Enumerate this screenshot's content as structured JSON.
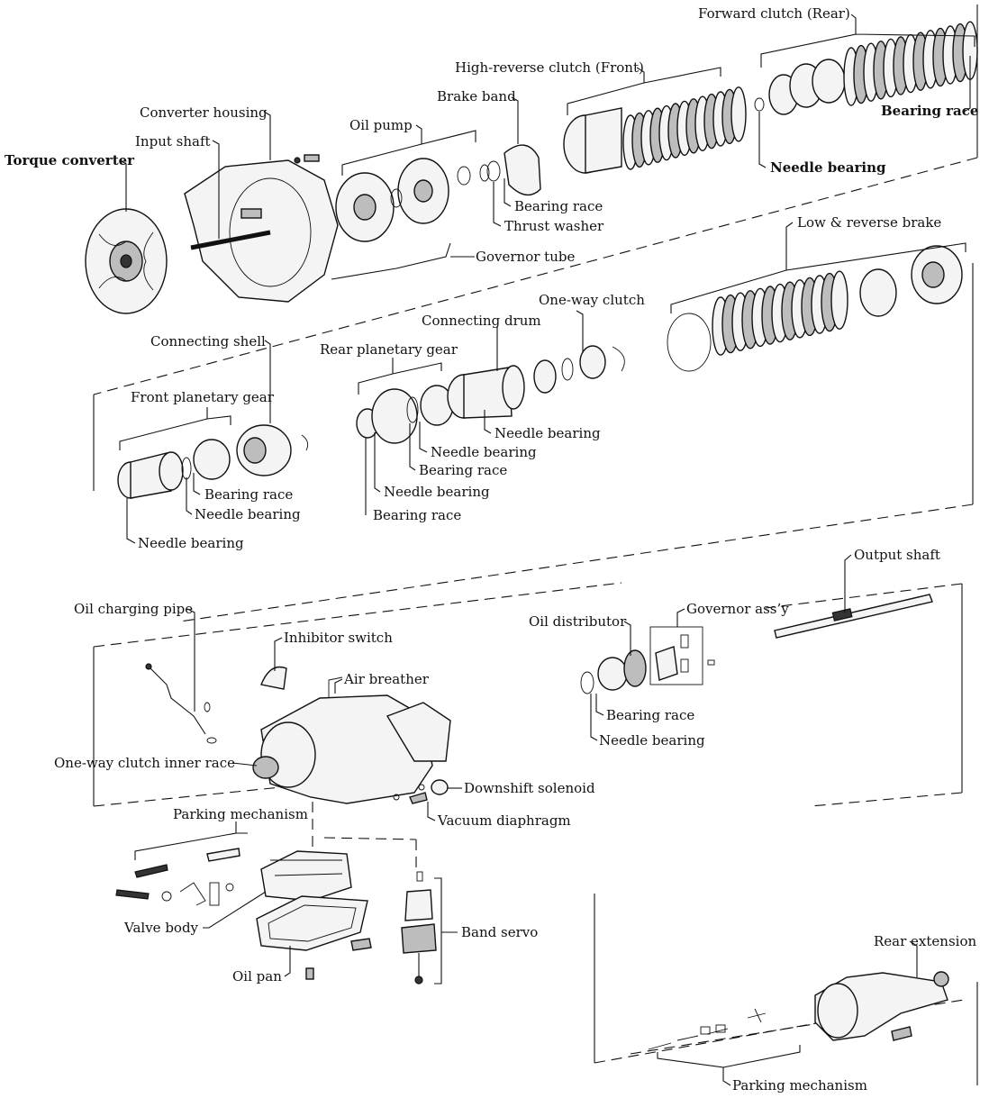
{
  "labels": {
    "forward_clutch_rear": "Forward clutch (Rear)",
    "high_reverse_clutch_front": "High-reverse clutch (Front)",
    "brake_band": "Brake band",
    "converter_housing": "Converter housing",
    "oil_pump": "Oil pump",
    "input_shaft": "Input shaft",
    "torque_converter": "Torque converter",
    "bearing_race_top": "Bearing race",
    "needle_bearing_top": "Needle bearing",
    "bearing_race_bb": "Bearing race",
    "thrust_washer": "Thrust washer",
    "governor_tube": "Governor tube",
    "low_reverse_brake": "Low & reverse brake",
    "one_way_clutch": "One-way clutch",
    "connecting_drum": "Connecting drum",
    "connecting_shell": "Connecting shell",
    "rear_planetary_gear": "Rear planetary gear",
    "front_planetary_gear": "Front planetary gear",
    "needle_bearing_cd": "Needle bearing",
    "needle_bearing_rp1": "Needle bearing",
    "bearing_race_rp1": "Bearing race",
    "needle_bearing_rp2": "Needle bearing",
    "bearing_race_rp2": "Bearing race",
    "bearing_race_fp": "Bearing race",
    "needle_bearing_fp1": "Needle bearing",
    "needle_bearing_fp2": "Needle bearing",
    "output_shaft": "Output shaft",
    "oil_charging_pipe": "Oil charging pipe",
    "governor_assy": "Governor ass’y",
    "oil_distributor": "Oil distributor",
    "inhibitor_switch": "Inhibitor switch",
    "air_breather": "Air breather",
    "bearing_race_od": "Bearing race",
    "needle_bearing_od": "Needle bearing",
    "one_way_clutch_inner_race": "One-way clutch inner race",
    "downshift_solenoid": "Downshift solenoid",
    "vacuum_diaphragm": "Vacuum diaphragm",
    "parking_mechanism_top": "Parking mechanism",
    "valve_body": "Valve body",
    "band_servo": "Band servo",
    "oil_pan": "Oil pan",
    "rear_extension": "Rear extension",
    "parking_mechanism_bottom": "Parking mechanism"
  }
}
